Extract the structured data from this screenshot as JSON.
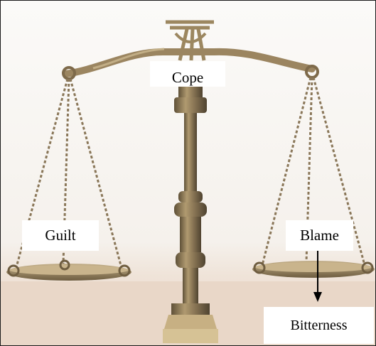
{
  "image": {
    "description_tag": "balance-scale-illustration",
    "labels": {
      "top": "Cope",
      "left_pan": "Guilt",
      "right_pan": "Blame",
      "bottom_right": "Bitterness"
    },
    "colors": {
      "brass": "#a08a62",
      "brass_dark": "#6f5d40",
      "background": "#f7f4f0",
      "table": "#e6d3c3",
      "arrow": "#000000"
    }
  }
}
